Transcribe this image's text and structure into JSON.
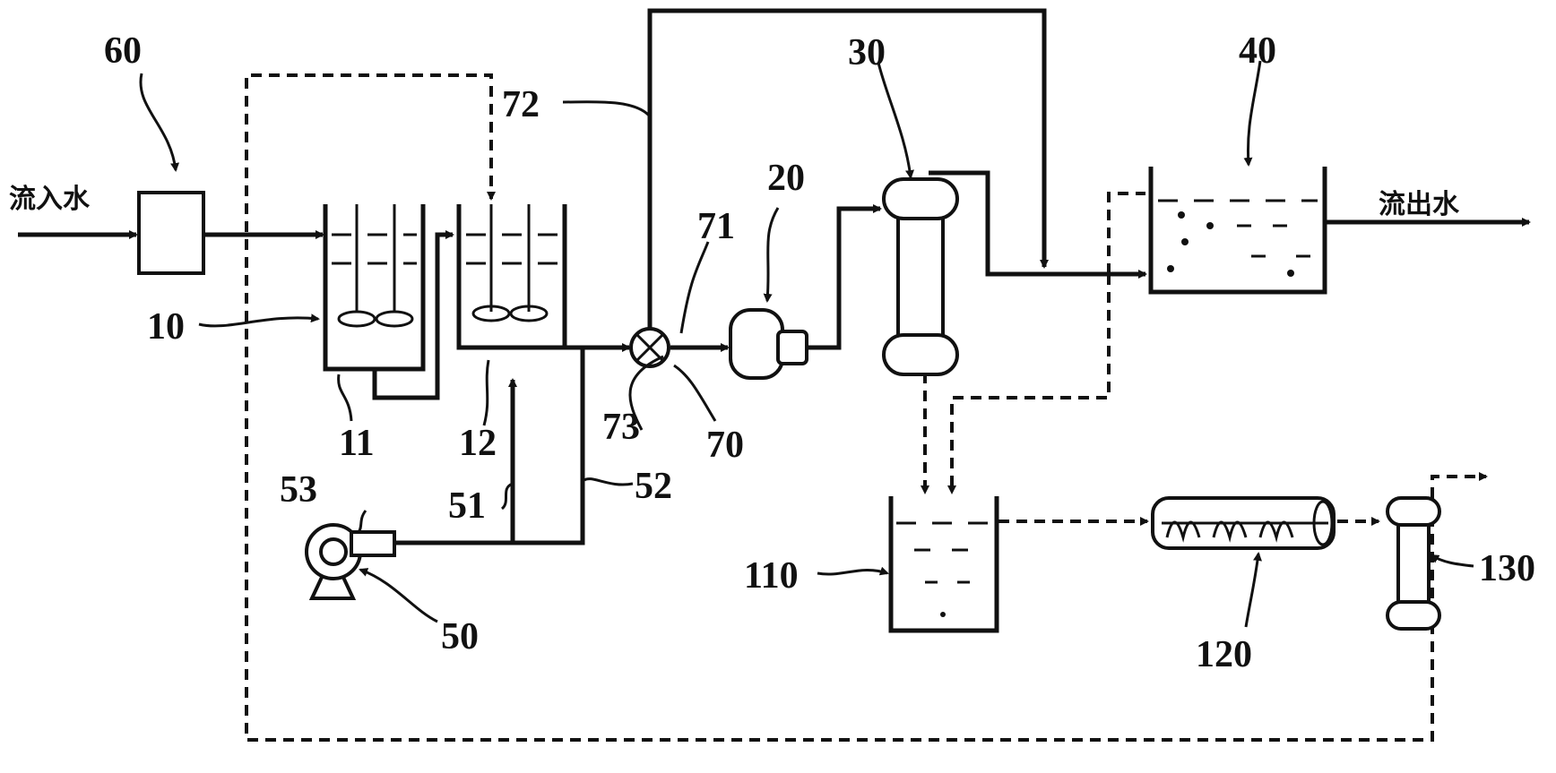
{
  "labels": {
    "inflow": "流入水",
    "outflow": "流出水",
    "n10": "10",
    "n11": "11",
    "n12": "12",
    "n20": "20",
    "n30": "30",
    "n40": "40",
    "n50": "50",
    "n51": "51",
    "n52": "52",
    "n53": "53",
    "n60": "60",
    "n70": "70",
    "n71": "71",
    "n72": "72",
    "n73": "73",
    "n110": "110",
    "n120": "120",
    "n130": "130"
  }
}
